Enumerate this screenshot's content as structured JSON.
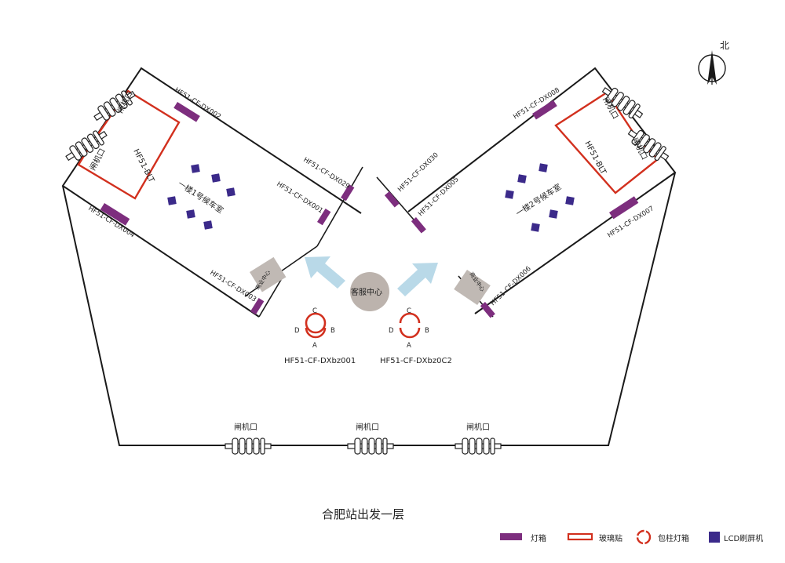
{
  "map": {
    "title": "合肥站出发一层",
    "compass_label": "北",
    "rooms": {
      "waiting_room_1": "一楼1号候车室",
      "waiting_room_2": "一楼2号候车室",
      "service_center": "客服中心",
      "room_left_blt": "HF51-BLT",
      "room_right_blt": "HF51-BLT",
      "small_room_left": "商业中心",
      "small_room_right": "商业中心"
    },
    "gates": {
      "left_upper": "闸机口",
      "left_lower": "闸机口",
      "right_upper": "闸机口",
      "right_lower": "闸机口",
      "bottom_1": "闸机口",
      "bottom_2": "闸机口",
      "bottom_3": "闸机口"
    },
    "light_boxes": {
      "dx002": "HF51-CF-DX002",
      "dx004": "HF51-CF-DX004",
      "dx029": "HF51-CF-DX029",
      "dx001": "HF51-CF-DX001",
      "dx003": "HF51-CF-DX003",
      "dx008": "HF51-CF-DX008",
      "dx007": "HF51-CF-DX007",
      "dx030": "HF51-CF-DX030",
      "dx005": "HF51-CF-DX005",
      "dx006": "HF51-CF-DX006"
    },
    "column_boxes": {
      "bz001": "HF51-CF-DXbz001",
      "bz002": "HF51-CF-DXbz0C2",
      "side_c": "C",
      "side_d": "D",
      "side_b": "B",
      "side_a": "A"
    },
    "legend": {
      "light_box": "灯箱",
      "glass_sticker": "玻璃贴",
      "column_light_box": "包柱灯箱",
      "lcd_screen": "LCD刷屏机"
    },
    "colors": {
      "light_box": "#7d2e7e",
      "glass_sticker": "#d2301e",
      "lcd_screen": "#3b2a8a",
      "arrow": "#b9d9e8",
      "service_center": "#bcb3ad",
      "small_room": "#c0b9b4"
    }
  }
}
